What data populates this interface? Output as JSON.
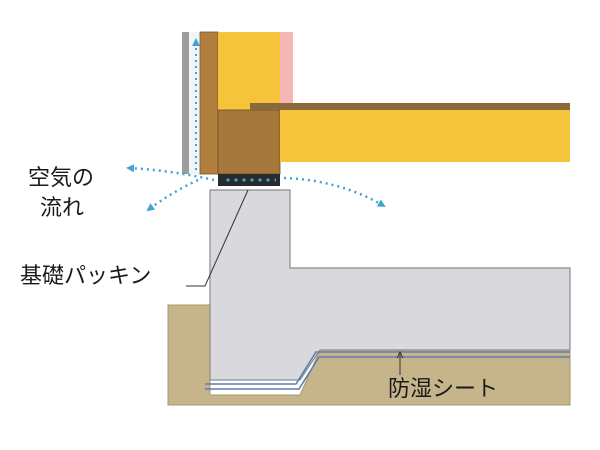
{
  "labels": {
    "airflow_line1": "空気の",
    "airflow_line2": "流れ",
    "packing": "基礎パッキン",
    "moisture_sheet": "防湿シート"
  },
  "colors": {
    "soil": "#c6b58a",
    "concrete": "#d9d9dd",
    "concrete_edge": "#8b8b8f",
    "insulation": "#f5c43a",
    "sill_wood": "#a7783c",
    "floorboard": "#8a6a3a",
    "cladding": "#9c9c9c",
    "packing_strip": "#2a2a2a",
    "airflow_arrow": "#3fa3d3",
    "moisture_sheet_line": "#5b7fb3",
    "interior_finish": "#f4b6b6"
  }
}
